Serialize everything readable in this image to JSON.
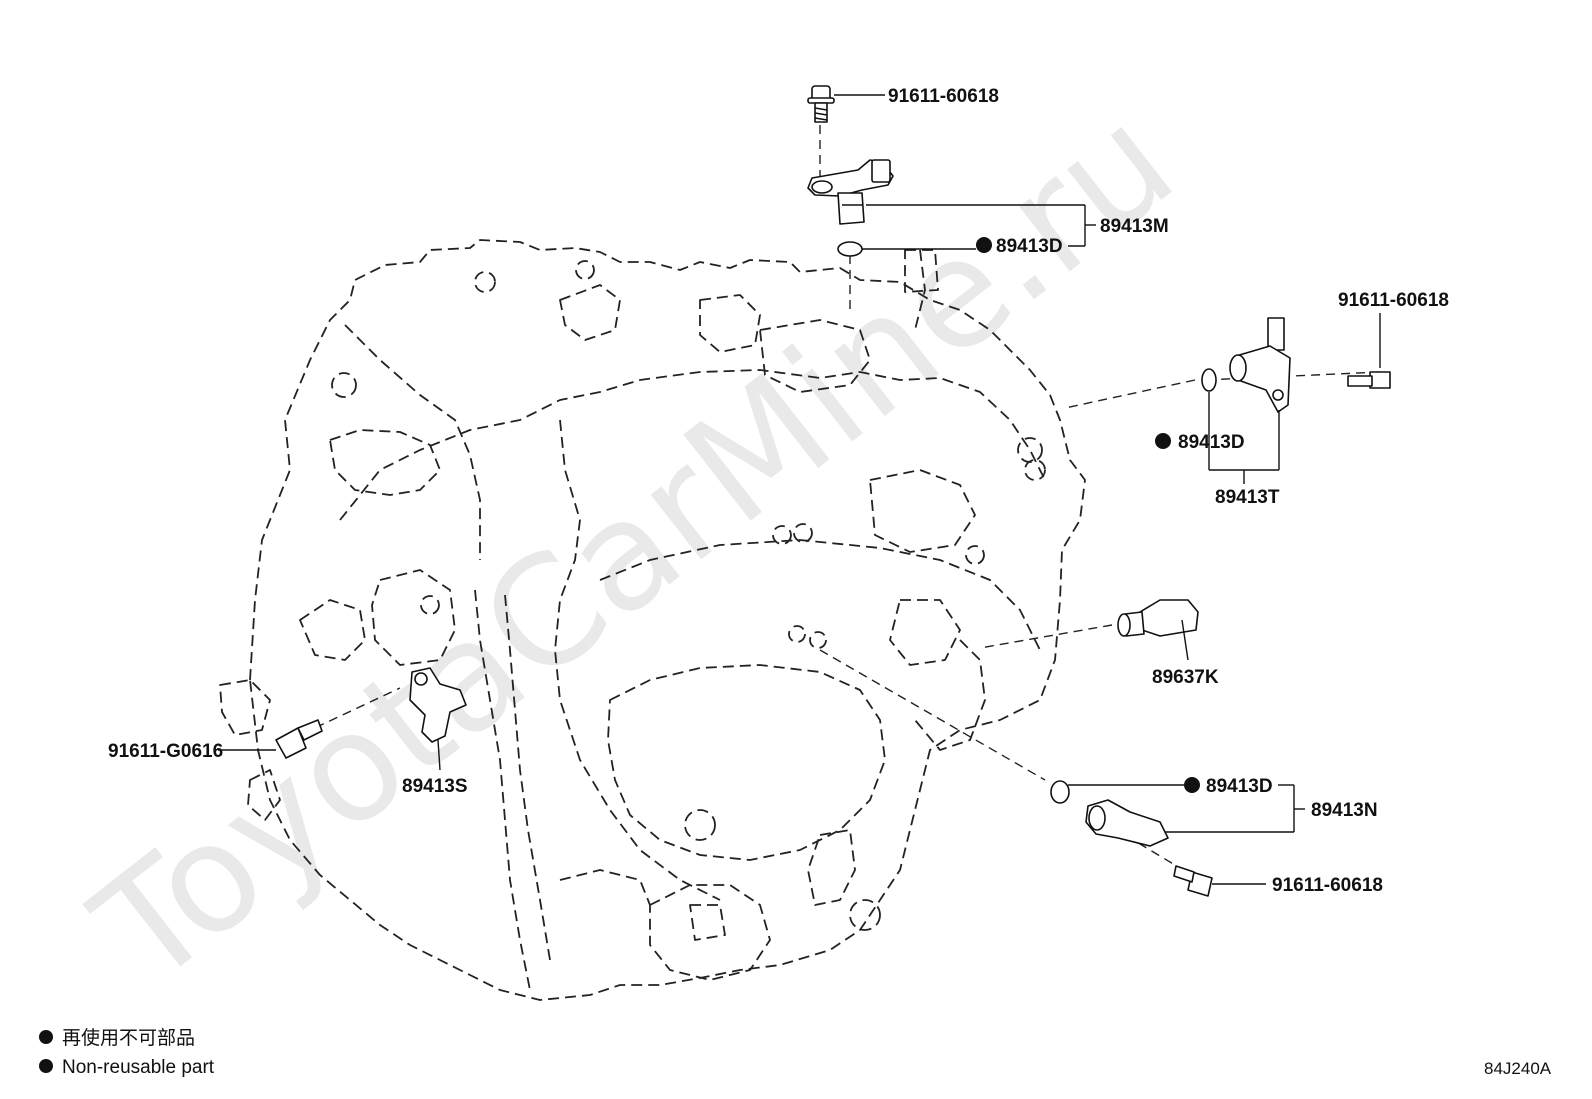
{
  "watermark": "ToyotaCarMine.ru",
  "callouts": {
    "bolt_top": "91611-60618",
    "sensor_m": "89413M",
    "oring_m": "89413D",
    "bolt_right": "91611-60618",
    "oring_t": "89413D",
    "sensor_t": "89413T",
    "switch_k": "89637K",
    "bolt_left": "91611-G0616",
    "sensor_s": "89413S",
    "oring_n": "89413D",
    "sensor_n": "89413N",
    "bolt_bottom": "91611-60618"
  },
  "legend": {
    "japanese": "再使用不可部品",
    "english": "Non-reusable part"
  },
  "diagram_code": "84J240A"
}
